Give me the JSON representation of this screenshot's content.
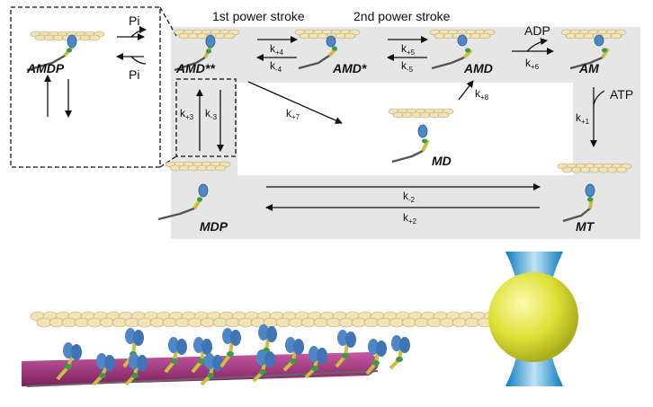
{
  "diagram": {
    "stroke_labels": {
      "first": "1st power stroke",
      "second": "2nd power stroke"
    },
    "states": {
      "amdp": "AMDP",
      "amd_ss": "AMD**",
      "amd_s": "AMD*",
      "amd": "AMD",
      "am": "AM",
      "md": "MD",
      "mdp": "MDP",
      "mt": "MT"
    },
    "molecules": {
      "pi_top": "Pi",
      "pi_bottom": "Pi",
      "adp": "ADP",
      "atp": "ATP"
    },
    "rates": {
      "k4p": {
        "base": "k",
        "sub": "+4"
      },
      "k4m": {
        "base": "k",
        "sub": "-4"
      },
      "k5p": {
        "base": "k",
        "sub": "+5"
      },
      "k5m": {
        "base": "k",
        "sub": "-5"
      },
      "k6p": {
        "base": "k",
        "sub": "+6"
      },
      "k7p": {
        "base": "k",
        "sub": "+7"
      },
      "k8p": {
        "base": "k",
        "sub": "+8"
      },
      "k1p": {
        "base": "k",
        "sub": "+1"
      },
      "k3p": {
        "base": "k",
        "sub": "+3"
      },
      "k3m": {
        "base": "k",
        "sub": "-3"
      },
      "k2m": {
        "base": "k",
        "sub": "-2"
      },
      "k2p": {
        "base": "k",
        "sub": "+2"
      }
    },
    "colors": {
      "panel": "#e6e6e6",
      "actin": "#f1e3b6",
      "myosin_head": "#4f86c6",
      "lever": "#e8e07a",
      "light_chain": "#3a9a4a",
      "thick_filament": "#a1357a",
      "bead": "#dde033",
      "trap": "#4aa7d6"
    }
  }
}
